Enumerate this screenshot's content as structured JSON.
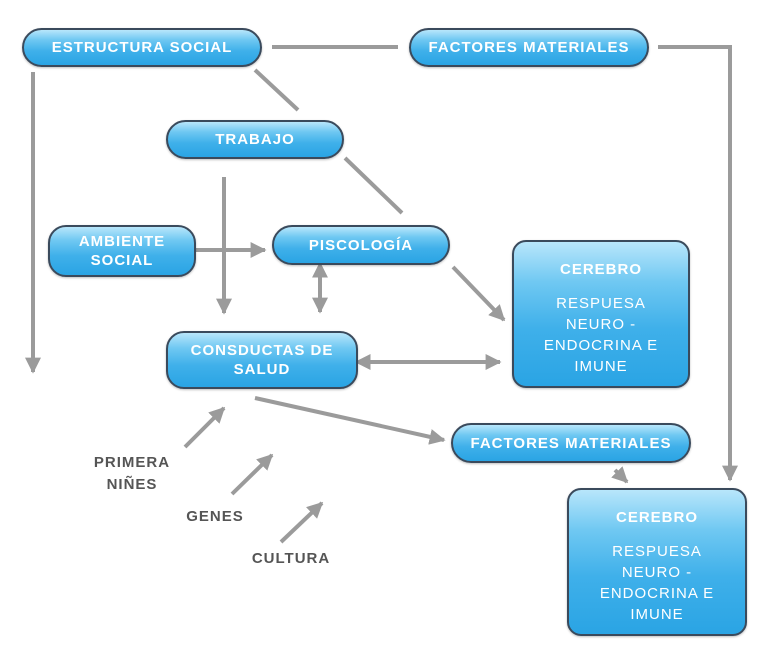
{
  "nodes": {
    "estructura_social": "ESTRUCTURA SOCIAL",
    "factores_materiales_top": "FACTORES MATERIALES",
    "trabajo": "TRABAJO",
    "ambiente_social_1": "AMBIENTE",
    "ambiente_social_2": "SOCIAL",
    "piscologia": "PISCOLOGÍA",
    "conductas_1": "CONSDUCTAS DE",
    "conductas_2": "SALUD",
    "factores_materiales_bottom": "FACTORES MATERIALES",
    "cerebro_1": {
      "title": "CEREBRO",
      "lines": [
        "RESPUESA",
        "NEURO -",
        "ENDOCRINA E",
        "IMUNE"
      ]
    },
    "cerebro_2": {
      "title": "CEREBRO",
      "lines": [
        "RESPUESA",
        "NEURO -",
        "ENDOCRINA E",
        "IMUNE"
      ]
    }
  },
  "labels": {
    "primera_1": "PRIMERA",
    "primera_2": "NIÑES",
    "genes": "GENES",
    "cultura": "CULTURA"
  },
  "colors": {
    "arrow": "#9b9b9b",
    "node_fill": "#3fb0ea",
    "node_border": "#3a4a5c",
    "label_text": "#555555"
  }
}
